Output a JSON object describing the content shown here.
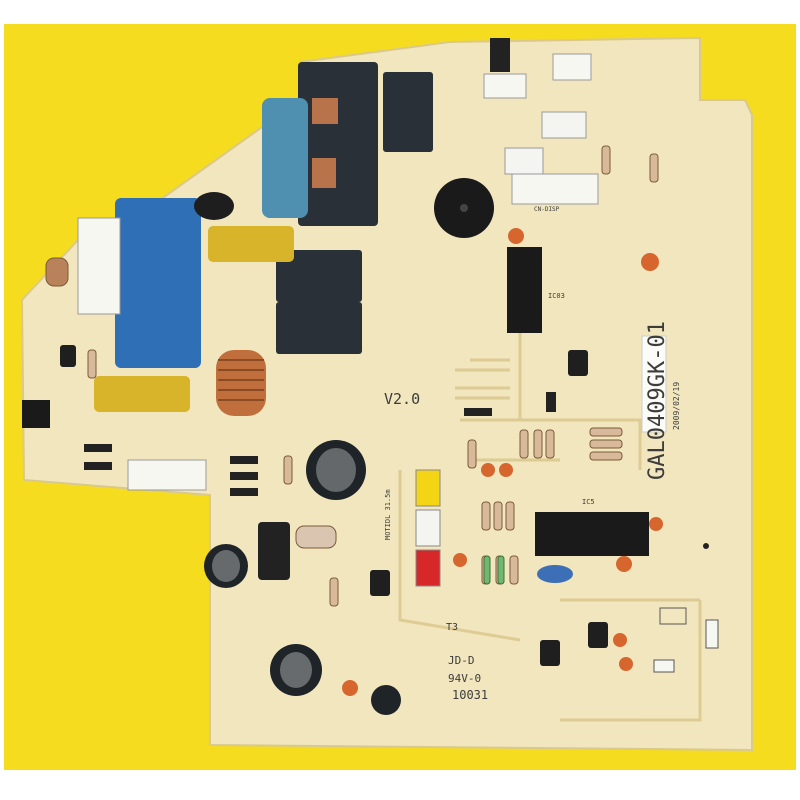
{
  "photo": {
    "subject": "pcb-board",
    "colors": {
      "background": "#f5dc1e",
      "board": "#f2e6be",
      "relay": "#2a3038",
      "capacitor_blue": "#2e6fb6",
      "capacitor_yellow": "#d8b42a",
      "capacitor_teal": "#4f8fb0",
      "electrolytic": "#1e2428",
      "ic": "#1a1a1a"
    }
  },
  "board": {
    "model": "GAL0409GK-01",
    "version": "V2.0",
    "mark_jd": "JD-D",
    "mark_94v": "94V-0",
    "lot": "10031",
    "mark_t3": "T3",
    "date_sticker": "2009/02/19",
    "ic3": "IC03",
    "ic5": "IC5",
    "cn_label": "CN-DISP",
    "mot_label": "MOTIDL 31.5m"
  }
}
